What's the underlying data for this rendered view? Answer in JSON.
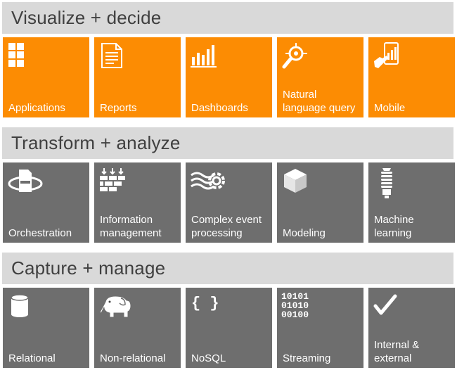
{
  "sections": [
    {
      "title": "Visualize + decide",
      "tiles": [
        {
          "label": "Applications",
          "icon": "grid-icon"
        },
        {
          "label": "Reports",
          "icon": "document-icon"
        },
        {
          "label": "Dashboards",
          "icon": "bar-chart-icon"
        },
        {
          "label": "Natural\nlanguage query",
          "icon": "crosshair-magnifier-icon"
        },
        {
          "label": "Mobile",
          "icon": "tablet-touch-icon"
        }
      ]
    },
    {
      "title": "Transform + analyze",
      "tiles": [
        {
          "label": "Orchestration",
          "icon": "orbit-document-icon"
        },
        {
          "label": "Information\nmanagement",
          "icon": "brick-wall-arrows-icon"
        },
        {
          "label": "Complex event\nprocessing",
          "icon": "gear-waves-icon"
        },
        {
          "label": "Modeling",
          "icon": "cube-icon"
        },
        {
          "label": "Machine\nlearning",
          "icon": "light-bulb-icon"
        }
      ]
    },
    {
      "title": "Capture + manage",
      "tiles": [
        {
          "label": "Relational",
          "icon": "database-cylinder-icon"
        },
        {
          "label": "Non-relational",
          "icon": "elephant-icon"
        },
        {
          "label": "NoSQL",
          "icon": "curly-braces-icon"
        },
        {
          "label": "Streaming",
          "icon": "binary-digits-icon"
        },
        {
          "label": "Internal &\nexternal",
          "icon": "checkmark-icon"
        }
      ]
    }
  ],
  "icon_text": {
    "braces": "{ }",
    "binary": [
      "10101",
      "01010",
      "00100"
    ]
  },
  "colors": {
    "band": "#d9d9d9",
    "band_text": "#404040",
    "orange_tile": "#fc8c03",
    "gray_tile": "#6e6e6e",
    "tile_text": "#ffffff"
  }
}
